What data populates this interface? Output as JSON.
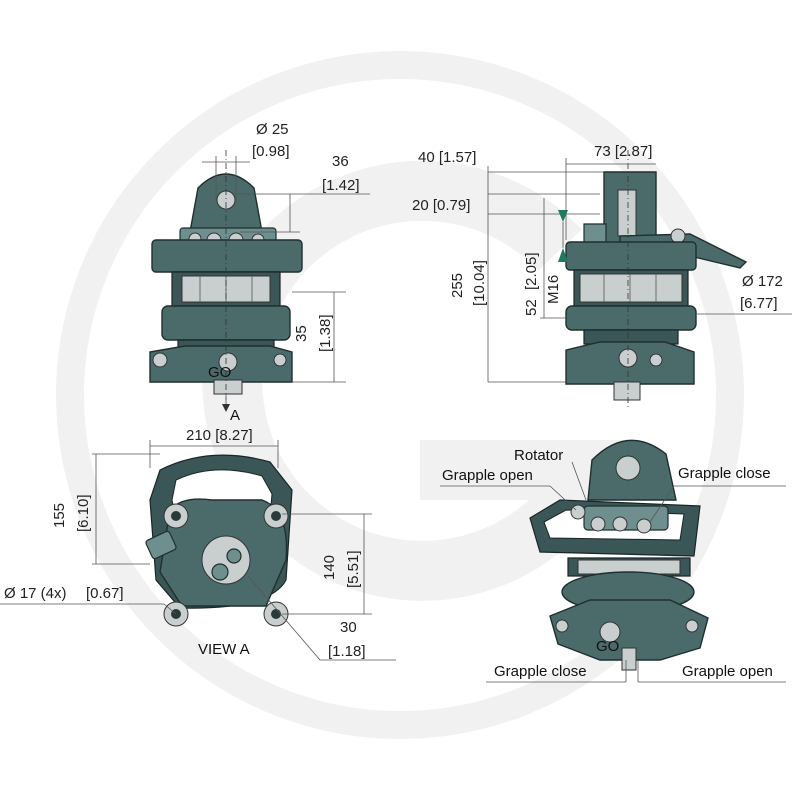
{
  "dimensions": {
    "top_left": {
      "d25": "Ø 25",
      "d25_in": "[0.98]",
      "h36": "36",
      "h36_in": "[1.42]",
      "h35": "35",
      "h35_in": "[1.38]",
      "go": "GO",
      "arrow": "A"
    },
    "top_right": {
      "w40": "40 [1.57]",
      "w73": "73 [2.87]",
      "w20": "20 [0.79]",
      "h255": "255",
      "h255_in": "[10.04]",
      "h52": "52",
      "h52_in": "[2.05]",
      "thread": "M16",
      "d172": "Ø 172",
      "d172_in": "[6.77]"
    },
    "view_a": {
      "w210": "210 [8.27]",
      "h155": "155",
      "h155_in": "[6.10]",
      "h140": "140",
      "h140_in": "[5.51]",
      "holes": "Ø 17 (4x)",
      "holes_in": "[0.67]",
      "offset30": "30",
      "offset30_in": "[1.18]",
      "title": "VIEW A"
    }
  },
  "callouts": {
    "rotator": "Rotator",
    "grapple_open_top": "Grapple open",
    "grapple_close_top": "Grapple close",
    "grapple_close_bottom": "Grapple close",
    "grapple_open_bottom": "Grapple open",
    "go": "GO"
  },
  "colors": {
    "body": "#4b6b6b",
    "outline": "#1f2f2f",
    "watermark": "#f1f1f1"
  }
}
